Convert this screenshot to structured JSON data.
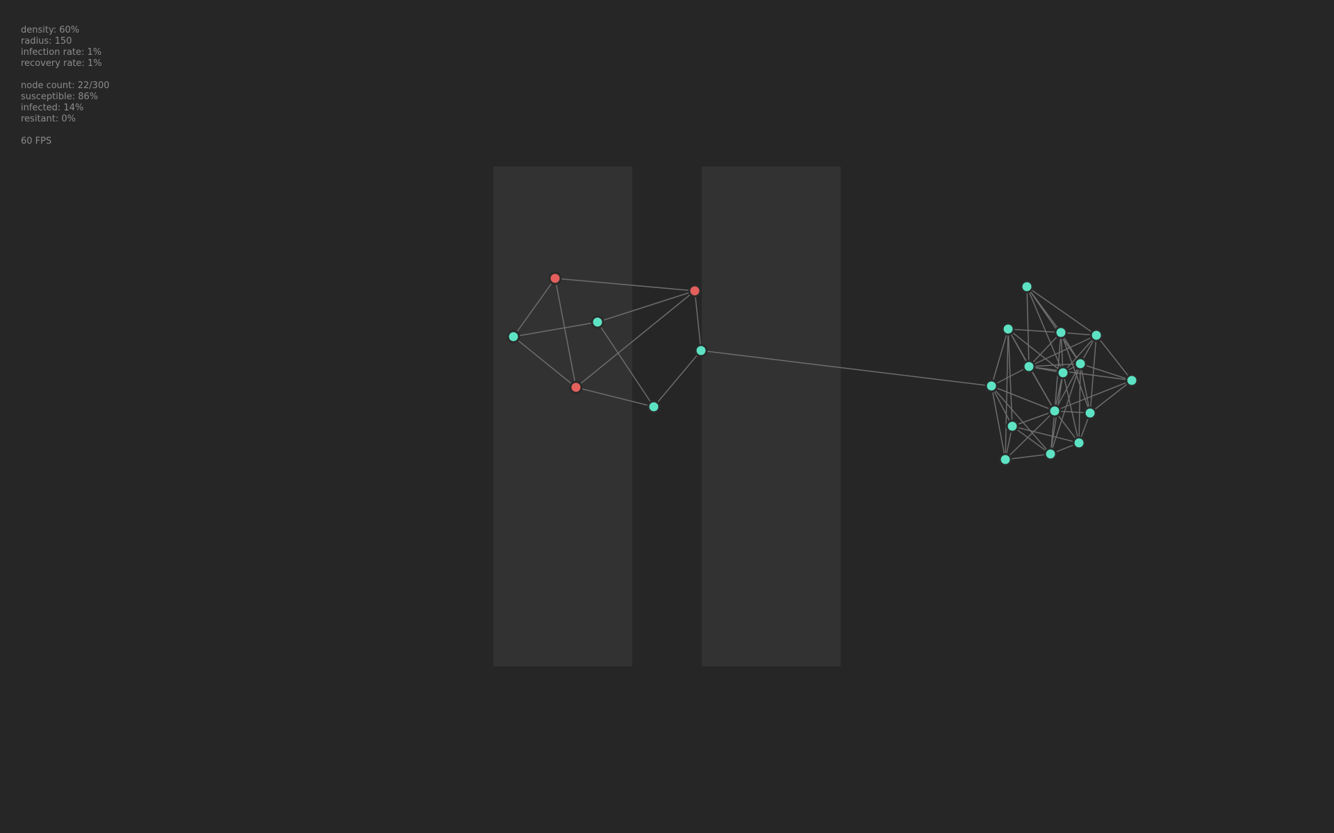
{
  "stats": {
    "density": "density: 60%",
    "radius": "radius: 150",
    "infection_rate": "infection rate: 1%",
    "recovery_rate": "recovery rate: 1%",
    "node_count": "node count: 22/300",
    "susceptible": "susceptible: 86%",
    "infected": "infected: 14%",
    "resistant": "resitant: 0%",
    "fps": "60 FPS"
  },
  "colors": {
    "background": "#262626",
    "zone": "#323232",
    "edge": "#6e6e6e",
    "susceptible": "#5de3c4",
    "infected": "#e3605c",
    "node_stroke": "#2a2a2a"
  }
}
